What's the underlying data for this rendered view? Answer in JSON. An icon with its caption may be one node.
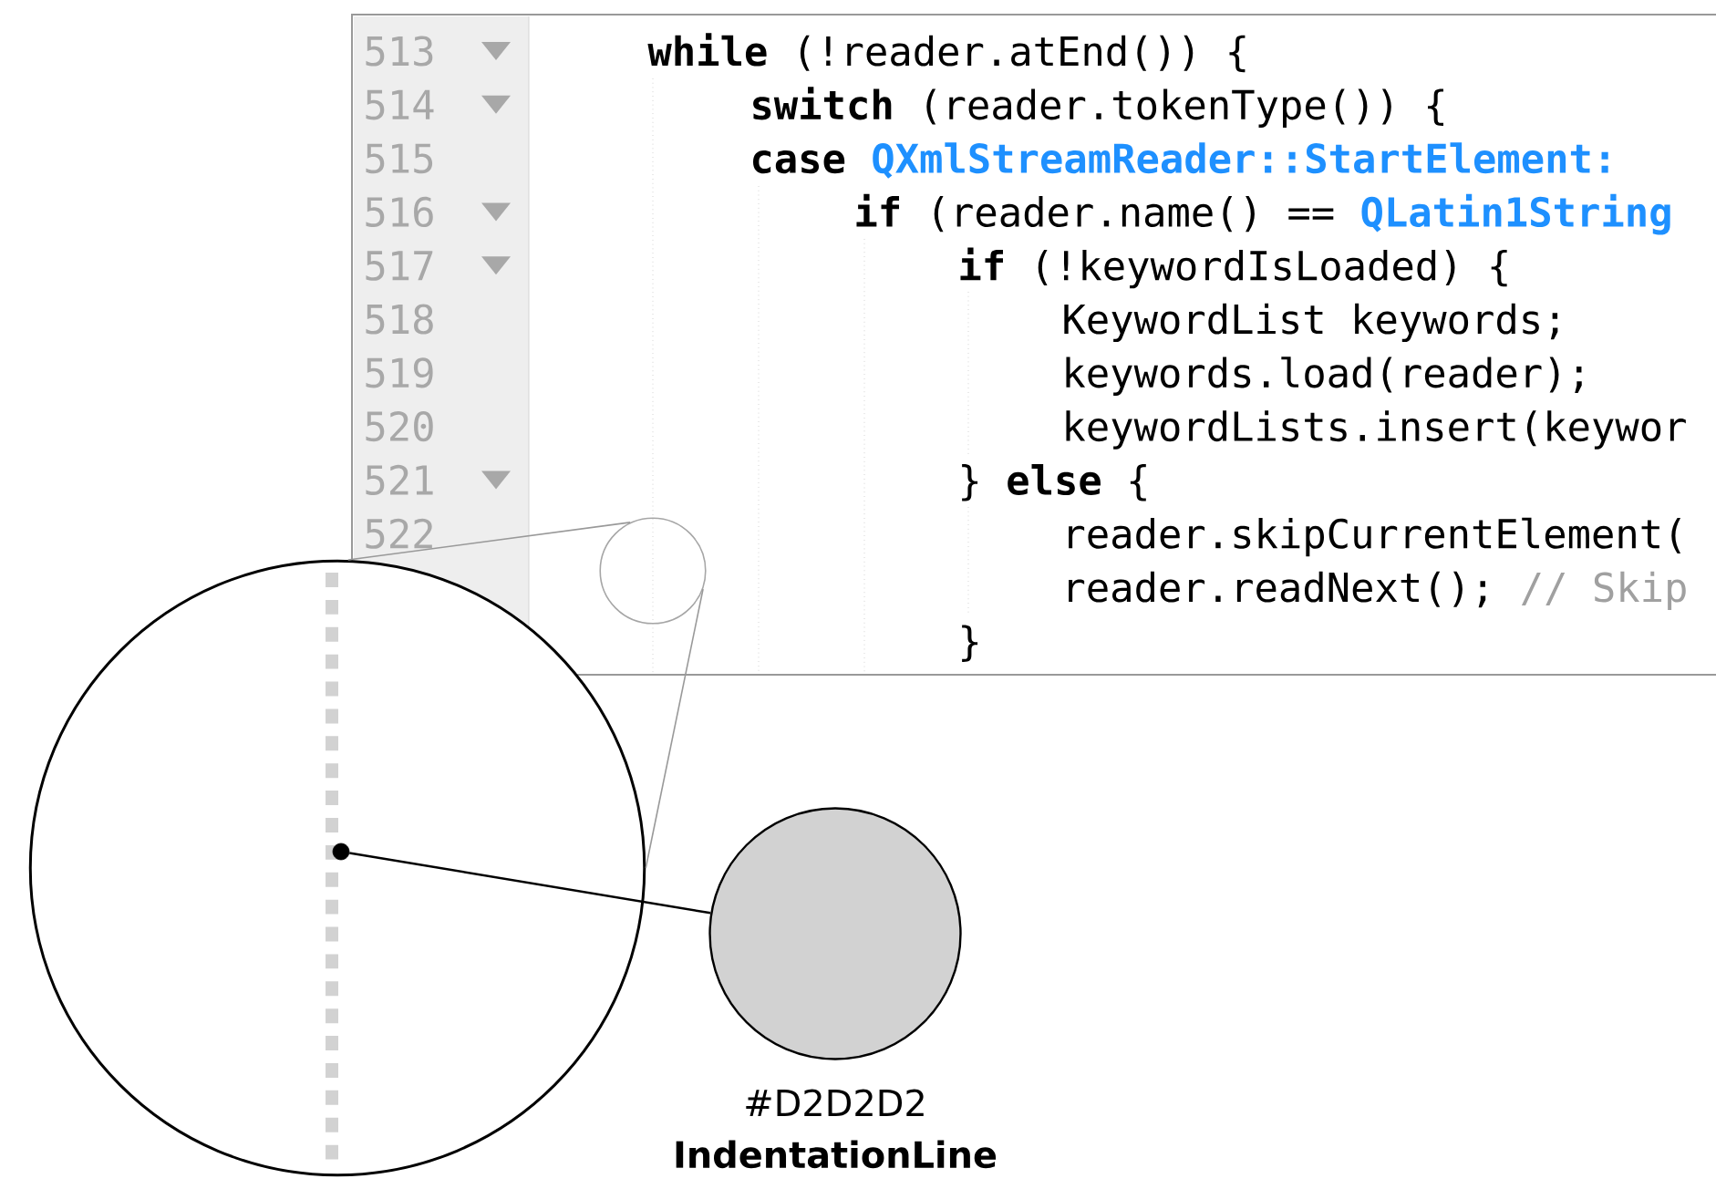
{
  "diagram": {
    "nodes": [
      {
        "text": [],
        "shape": "circle"
      },
      {
        "text": [],
        "shape": "circle"
      },
      {
        "text": [],
        "shape": "circle",
        "in": 1
      },
      {
        "text": [
          "#D2D2D2",
          "IndentationLine"
        ]
      }
    ],
    "edges": [
      {
        "from": 0,
        "to": 1,
        "arrow": "none",
        "color": "#999999"
      },
      {
        "from": 0,
        "to": 1,
        "arrow": "none",
        "color": "#999999"
      },
      {
        "from": 2,
        "to": 3,
        "arrow": "none",
        "color": "#000000"
      }
    ],
    "labels": [
      "513",
      "**while** (!reader.atEnd()) {",
      "514",
      "**switch** (reader.tokenType()) {",
      "515",
      "case",
      "QXmlStreamReader::StartElement:",
      "516",
      "**if** (reader.name() ==",
      "QLatin1String",
      "517",
      "**if** (!keywordIsLoaded) {",
      "518",
      "KeywordList keywords;",
      "519",
      "keywords.load(reader);",
      "520",
      "keywordLists.insert(keywor",
      "521",
      "} **else** {",
      "522",
      "reader.skipCurrentElement(",
      "reader.readNext();",
      "// Skip",
      "}"
    ]
  }
}
